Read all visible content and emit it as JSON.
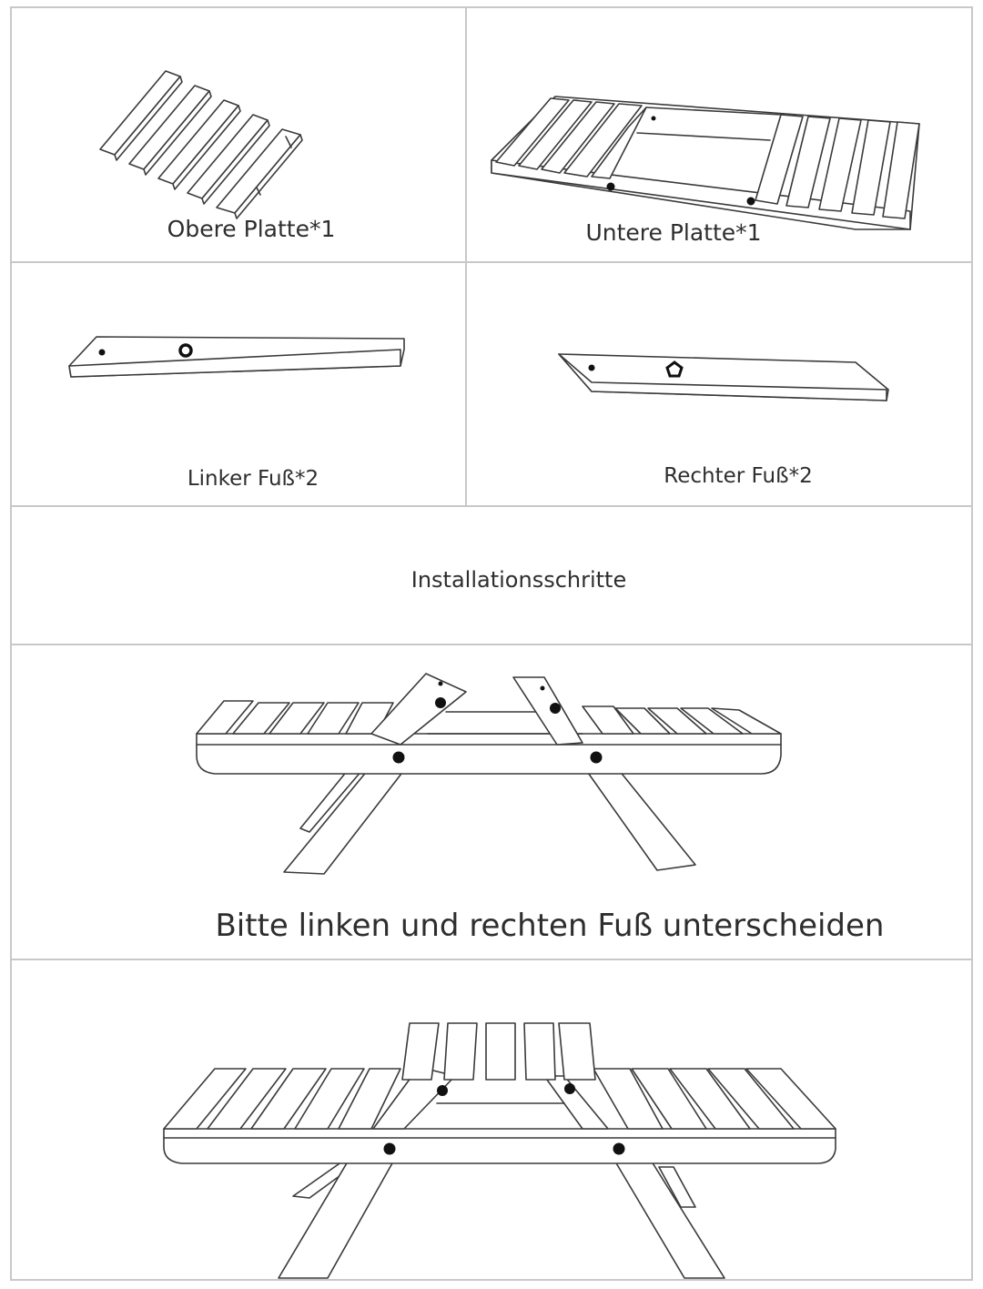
{
  "parts": {
    "top_plate": "Obere Platte*1",
    "bottom_plate": "Untere Platte*1",
    "left_foot": "Linker Fuß*2",
    "right_foot": "Rechter Fuß*2"
  },
  "section_title": "Installationsschritte",
  "step1_note": "Bitte linken und rechten Fuß unterscheiden",
  "icons": [
    "hole-marker-icon",
    "round-nut-icon",
    "pentagon-nut-icon"
  ]
}
